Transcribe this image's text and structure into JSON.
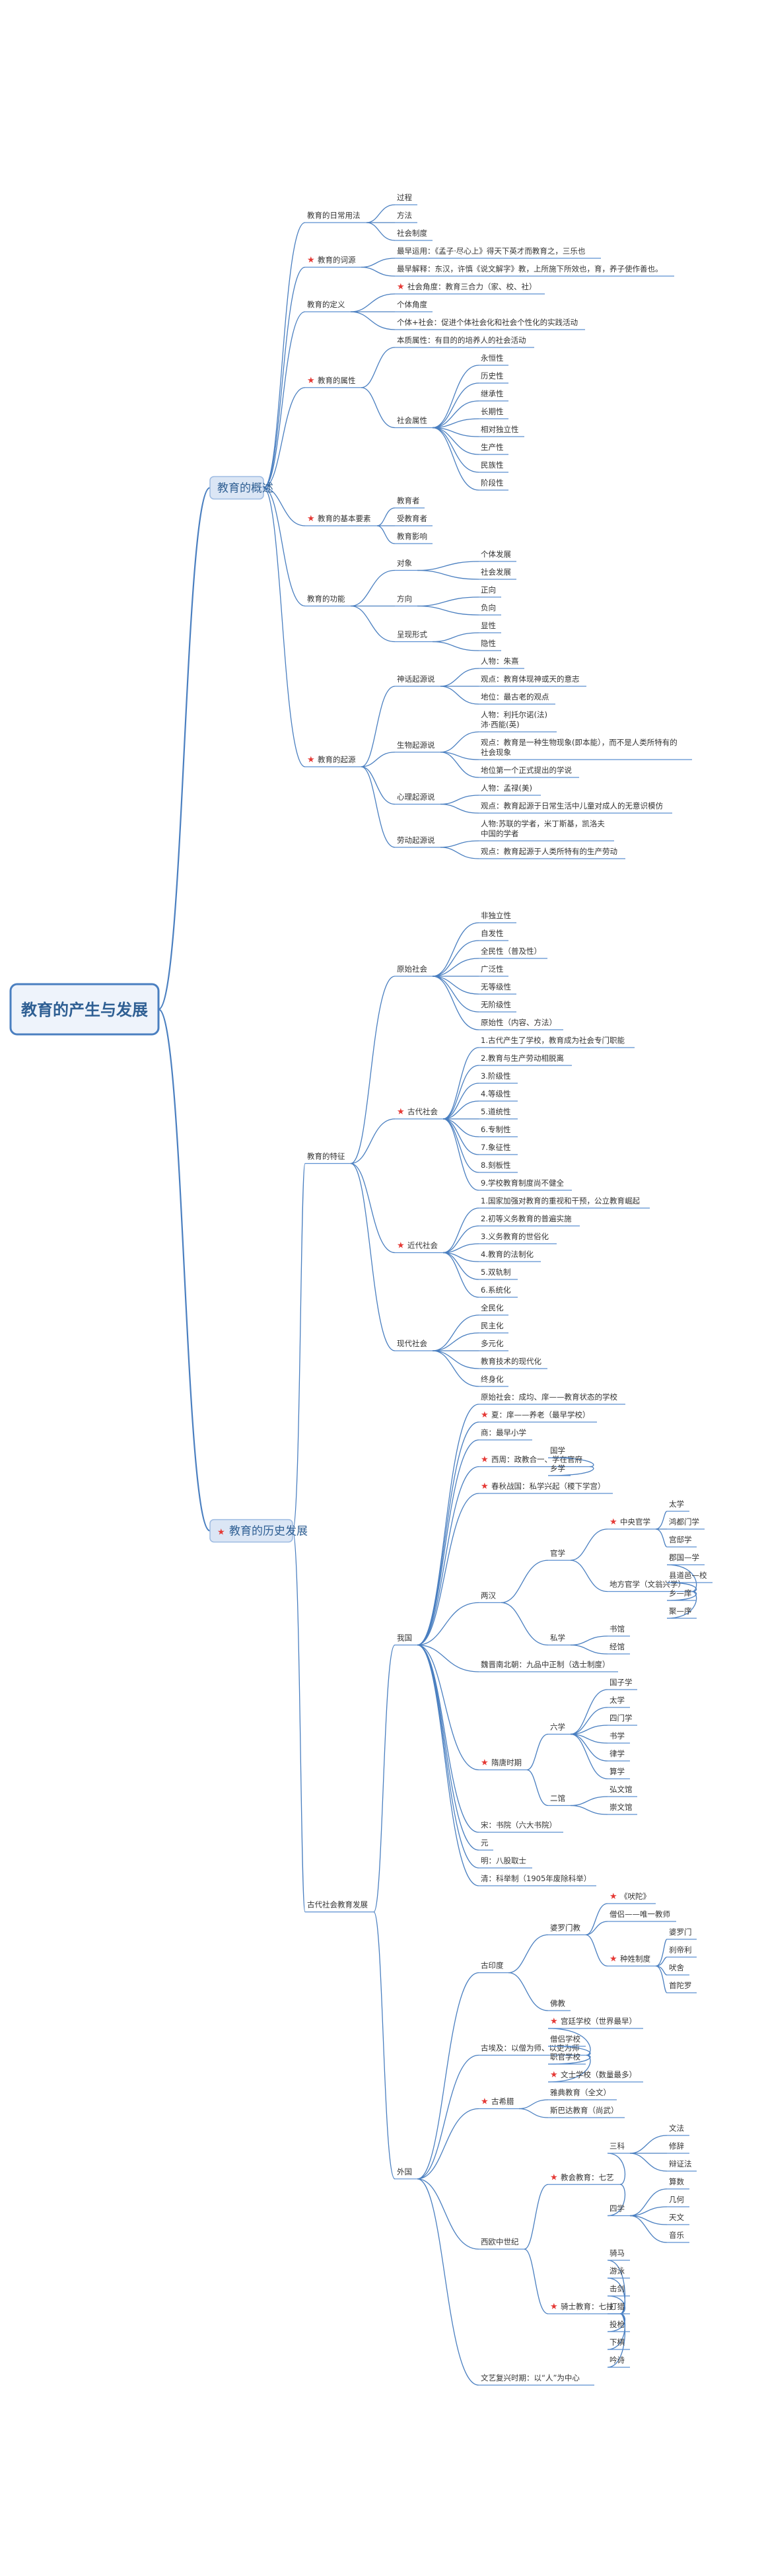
{
  "mindmap": {
    "root": "教育的产生与发展",
    "sections": [
      {
        "label": "教育的概述",
        "children": [
          {
            "label": "教育的日常用法",
            "children": [
              {
                "label": "过程"
              },
              {
                "label": "方法"
              },
              {
                "label": "社会制度"
              }
            ]
          },
          {
            "label": "教育的词源",
            "starred": true,
            "children": [
              {
                "label": "最早运用：《孟子·尽心上》得天下英才而教育之，三乐也"
              },
              {
                "label": "最早解释：东汉，许慎《说文解字》教，上所施下所效也，育，养子使作善也。"
              }
            ]
          },
          {
            "label": "教育的定义",
            "children": [
              {
                "label": "社会角度：教育三合力（家、校、社）",
                "starred": true
              },
              {
                "label": "个体角度"
              },
              {
                "label": "个体+社会：促进个体社会化和社会个性化的实践活动"
              }
            ]
          },
          {
            "label": "教育的属性",
            "starred": true,
            "children": [
              {
                "label": "本质属性：有目的的培养人的社会活动"
              },
              {
                "label": "社会属性",
                "children": [
                  {
                    "label": "永恒性"
                  },
                  {
                    "label": "历史性"
                  },
                  {
                    "label": "继承性"
                  },
                  {
                    "label": "长期性"
                  },
                  {
                    "label": "相对独立性"
                  },
                  {
                    "label": "生产性"
                  },
                  {
                    "label": "民族性"
                  },
                  {
                    "label": "阶段性"
                  }
                ]
              }
            ]
          },
          {
            "label": "教育的基本要素",
            "starred": true,
            "children": [
              {
                "label": "教育者"
              },
              {
                "label": "受教育者"
              },
              {
                "label": "教育影响"
              }
            ]
          },
          {
            "label": "教育的功能",
            "children": [
              {
                "label": "对象",
                "children": [
                  {
                    "label": "个体发展"
                  },
                  {
                    "label": "社会发展"
                  }
                ]
              },
              {
                "label": "方向",
                "children": [
                  {
                    "label": "正向"
                  },
                  {
                    "label": "负向"
                  }
                ]
              },
              {
                "label": "呈现形式",
                "children": [
                  {
                    "label": "显性"
                  },
                  {
                    "label": "隐性"
                  }
                ]
              }
            ]
          },
          {
            "label": "教育的起源",
            "starred": true,
            "children": [
              {
                "label": "神话起源说",
                "children": [
                  {
                    "label": "人物：朱熹"
                  },
                  {
                    "label": "观点：教育体现神或天的意志"
                  },
                  {
                    "label": "地位：最古老的观点"
                  }
                ]
              },
              {
                "label": "生物起源说",
                "children": [
                  {
                    "label": "人物：利托尔诺(法)\n沛·西能(英)"
                  },
                  {
                    "label": "观点：教育是一种生物现象(即本能），而不是人类所特有的\n社会现象"
                  },
                  {
                    "label": "地位第一个正式提出的学说"
                  }
                ]
              },
              {
                "label": "心理起源说",
                "children": [
                  {
                    "label": "人物：孟禄(美)"
                  },
                  {
                    "label": "观点：教育起源于日常生活中儿童对成人的无意识模仿"
                  }
                ]
              },
              {
                "label": "劳动起源说",
                "children": [
                  {
                    "label": "人物:苏联的学者，米丁斯基，凯洛夫\n中国的学者"
                  },
                  {
                    "label": "观点：教育起源于人类所特有的生产劳动"
                  }
                ]
              }
            ]
          }
        ]
      },
      {
        "label": "教育的历史发展",
        "starred": true,
        "children": [
          {
            "label": "教育的特征",
            "children": [
              {
                "label": "原始社会",
                "children": [
                  {
                    "label": "非独立性"
                  },
                  {
                    "label": "自发性"
                  },
                  {
                    "label": "全民性（普及性）"
                  },
                  {
                    "label": "广泛性"
                  },
                  {
                    "label": "无等级性"
                  },
                  {
                    "label": "无阶级性"
                  },
                  {
                    "label": "原始性（内容、方法）"
                  }
                ]
              },
              {
                "label": "古代社会",
                "starred": true,
                "children": [
                  {
                    "label": "1.古代产生了学校，教育成为社会专门职能"
                  },
                  {
                    "label": "2.教育与生产劳动相脱离"
                  },
                  {
                    "label": "3.阶级性"
                  },
                  {
                    "label": "4.等级性"
                  },
                  {
                    "label": "5.道统性"
                  },
                  {
                    "label": "6.专制性"
                  },
                  {
                    "label": "7.象征性"
                  },
                  {
                    "label": "8.刻板性"
                  },
                  {
                    "label": "9.学校教育制度尚不健全"
                  }
                ]
              },
              {
                "label": "近代社会",
                "starred": true,
                "children": [
                  {
                    "label": "1.国家加强对教育的重视和干预，公立教育崛起"
                  },
                  {
                    "label": "2.初等义务教育的普遍实施"
                  },
                  {
                    "label": "3.义务教育的世俗化"
                  },
                  {
                    "label": "4.教育的法制化"
                  },
                  {
                    "label": "5.双轨制"
                  },
                  {
                    "label": "6.系统化"
                  }
                ]
              },
              {
                "label": "现代社会",
                "children": [
                  {
                    "label": "全民化"
                  },
                  {
                    "label": "民主化"
                  },
                  {
                    "label": "多元化"
                  },
                  {
                    "label": "教育技术的现代化"
                  },
                  {
                    "label": "终身化"
                  }
                ]
              }
            ]
          },
          {
            "label": "古代社会教育发展",
            "children": [
              {
                "label": "我国",
                "children": [
                  {
                    "label": "原始社会：成均、庠——教育状态的学校"
                  },
                  {
                    "label": "夏：庠——养老（最早学校）",
                    "starred": true
                  },
                  {
                    "label": "商：最早小学"
                  },
                  {
                    "label": "西周：政教合一、学在官府",
                    "starred": true,
                    "children": [
                      {
                        "label": "国学"
                      },
                      {
                        "label": "乡学"
                      }
                    ]
                  },
                  {
                    "label": "春秋战国：私学兴起（稷下学宫）",
                    "starred": true
                  },
                  {
                    "label": "两汉",
                    "children": [
                      {
                        "label": "官学",
                        "children": [
                          {
                            "label": "中央官学",
                            "starred": true,
                            "children": [
                              {
                                "label": "太学"
                              },
                              {
                                "label": "鸿都门学"
                              },
                              {
                                "label": "宫邸学"
                              }
                            ]
                          },
                          {
                            "label": "地方官学（文翁兴学）",
                            "children": [
                              {
                                "label": "郡国—学"
                              },
                              {
                                "label": "县道邑—校"
                              },
                              {
                                "label": "乡—庠"
                              },
                              {
                                "label": "聚—序"
                              }
                            ]
                          }
                        ]
                      },
                      {
                        "label": "私学",
                        "children": [
                          {
                            "label": "书馆"
                          },
                          {
                            "label": "经馆"
                          }
                        ]
                      }
                    ]
                  },
                  {
                    "label": "魏晋南北朝：九品中正制（选士制度）"
                  },
                  {
                    "label": "隋唐时期",
                    "starred": true,
                    "children": [
                      {
                        "label": "六学",
                        "children": [
                          {
                            "label": "国子学"
                          },
                          {
                            "label": "太学"
                          },
                          {
                            "label": "四门学"
                          },
                          {
                            "label": "书学"
                          },
                          {
                            "label": "律学"
                          },
                          {
                            "label": "算学"
                          }
                        ]
                      },
                      {
                        "label": "二馆",
                        "children": [
                          {
                            "label": "弘文馆"
                          },
                          {
                            "label": "崇文馆"
                          }
                        ]
                      }
                    ]
                  },
                  {
                    "label": "宋：书院（六大书院）"
                  },
                  {
                    "label": "元"
                  },
                  {
                    "label": "明：八股取士"
                  },
                  {
                    "label": "清：科举制（1905年废除科举）"
                  }
                ]
              },
              {
                "label": "外国",
                "children": [
                  {
                    "label": "古印度",
                    "children": [
                      {
                        "label": "婆罗门教",
                        "children": [
                          {
                            "label": "《吠陀》",
                            "starred": true
                          },
                          {
                            "label": "僧侣——唯一教师"
                          },
                          {
                            "label": "种姓制度",
                            "starred": true,
                            "children": [
                              {
                                "label": "婆罗门"
                              },
                              {
                                "label": "刹帝利"
                              },
                              {
                                "label": "吠舍"
                              },
                              {
                                "label": "首陀罗"
                              }
                            ]
                          }
                        ]
                      },
                      {
                        "label": "佛教"
                      }
                    ]
                  },
                  {
                    "label": "古埃及：以僧为师、以吏为师",
                    "children": [
                      {
                        "label": "宫廷学校（世界最早）",
                        "starred": true
                      },
                      {
                        "label": "僧侣学校"
                      },
                      {
                        "label": "职官学校"
                      },
                      {
                        "label": "文士学校（数量最多）",
                        "starred": true
                      }
                    ]
                  },
                  {
                    "label": "古希腊",
                    "starred": true,
                    "children": [
                      {
                        "label": "雅典教育（全文）"
                      },
                      {
                        "label": "斯巴达教育（尚武）"
                      }
                    ]
                  },
                  {
                    "label": "西欧中世纪",
                    "children": [
                      {
                        "label": "教会教育：七艺",
                        "starred": true,
                        "children": [
                          {
                            "label": "三科",
                            "children": [
                              {
                                "label": "文法"
                              },
                              {
                                "label": "修辞"
                              },
                              {
                                "label": "辩证法"
                              }
                            ]
                          },
                          {
                            "label": "四学",
                            "children": [
                              {
                                "label": "算数"
                              },
                              {
                                "label": "几何"
                              },
                              {
                                "label": "天文"
                              },
                              {
                                "label": "音乐"
                              }
                            ]
                          }
                        ]
                      },
                      {
                        "label": "骑士教育：七技",
                        "starred": true,
                        "children": [
                          {
                            "label": "骑马"
                          },
                          {
                            "label": "游泳"
                          },
                          {
                            "label": "击剑"
                          },
                          {
                            "label": "打猎"
                          },
                          {
                            "label": "投枪"
                          },
                          {
                            "label": "下棋"
                          },
                          {
                            "label": "吟诗"
                          }
                        ]
                      }
                    ]
                  },
                  {
                    "label": "文艺复兴时期：以“人”为中心"
                  }
                ]
              }
            ]
          }
        ]
      }
    ]
  },
  "colors": {
    "line": "#4a7fc0",
    "underline": "#5b8fd1",
    "root_border": "#4a7fc0",
    "root_fill": "#eef3fb",
    "section_fill": "#dbe6f5",
    "section_border": "#9dbbe2",
    "text": "#333333",
    "star": "#e53935"
  }
}
